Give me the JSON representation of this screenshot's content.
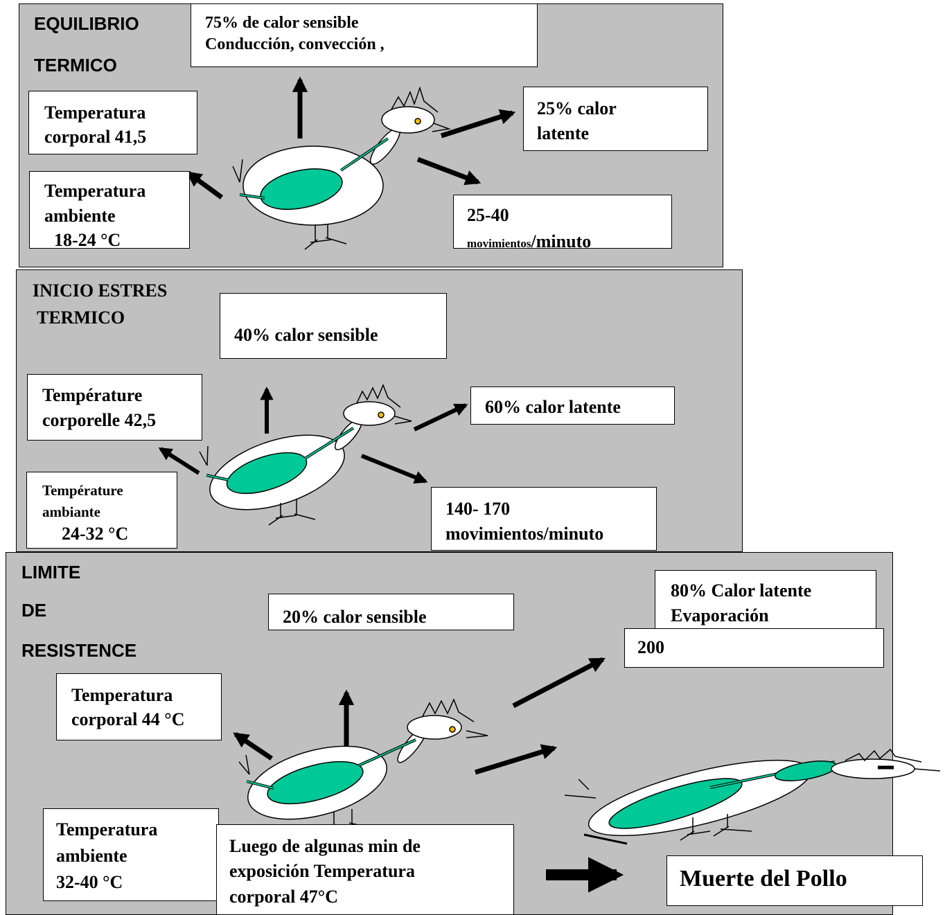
{
  "panel1": {
    "title_line1": "EQUILIBRIO",
    "title_line2": "TERMICO",
    "sensible": {
      "line1": "75% de calor sensible",
      "line2": "Conducción, convección ,"
    },
    "body_temp": {
      "line1": "Temperatura",
      "line2": "corporal 41,5"
    },
    "ambient_temp": {
      "line1": "Temperatura",
      "line2": "ambiente",
      "line3": "18-24 °C"
    },
    "latent": {
      "line1": "25% calor",
      "line2": "latente"
    },
    "movements": {
      "line1": "25-40",
      "line2a": "movimientos",
      "line2b": "/minuto"
    }
  },
  "panel2": {
    "title_line1": "INICIO  ESTRES",
    "title_line2": "TERMICO",
    "sensible": "40% calor sensible",
    "body_temp": {
      "line1": "Température",
      "line2": "corporelle 42,5"
    },
    "latent": "60% calor  latente",
    "ambient_temp": {
      "line1": "Température",
      "line2": "ambiante",
      "line3": "24-32 °C"
    },
    "movements": {
      "line1": "140- 170",
      "line2": "movimientos/minuto"
    }
  },
  "panel3": {
    "title_line1": "LIMITE",
    "title_line2": "DE",
    "title_line3": "RESISTENCE",
    "sensible": "20% calor sensible",
    "latent": {
      "line1": "80% Calor latente",
      "line2": "Evaporación"
    },
    "movements": "200",
    "body_temp": {
      "line1": "Temperatura",
      "line2": "corporal 44 °C"
    },
    "ambient_temp": {
      "line1": "Temperatura",
      "line2": "ambiente",
      "line3": "32-40 °C"
    },
    "exposure": {
      "line1": "Luego de algunas min de",
      "line2": "exposición Temperatura",
      "line3": "corporal 47°C"
    },
    "death": "Muerte del Pollo"
  },
  "colors": {
    "panel_bg": "#c0c0c0",
    "body_green": "#00c896",
    "eye_yellow": "#ffc000"
  }
}
